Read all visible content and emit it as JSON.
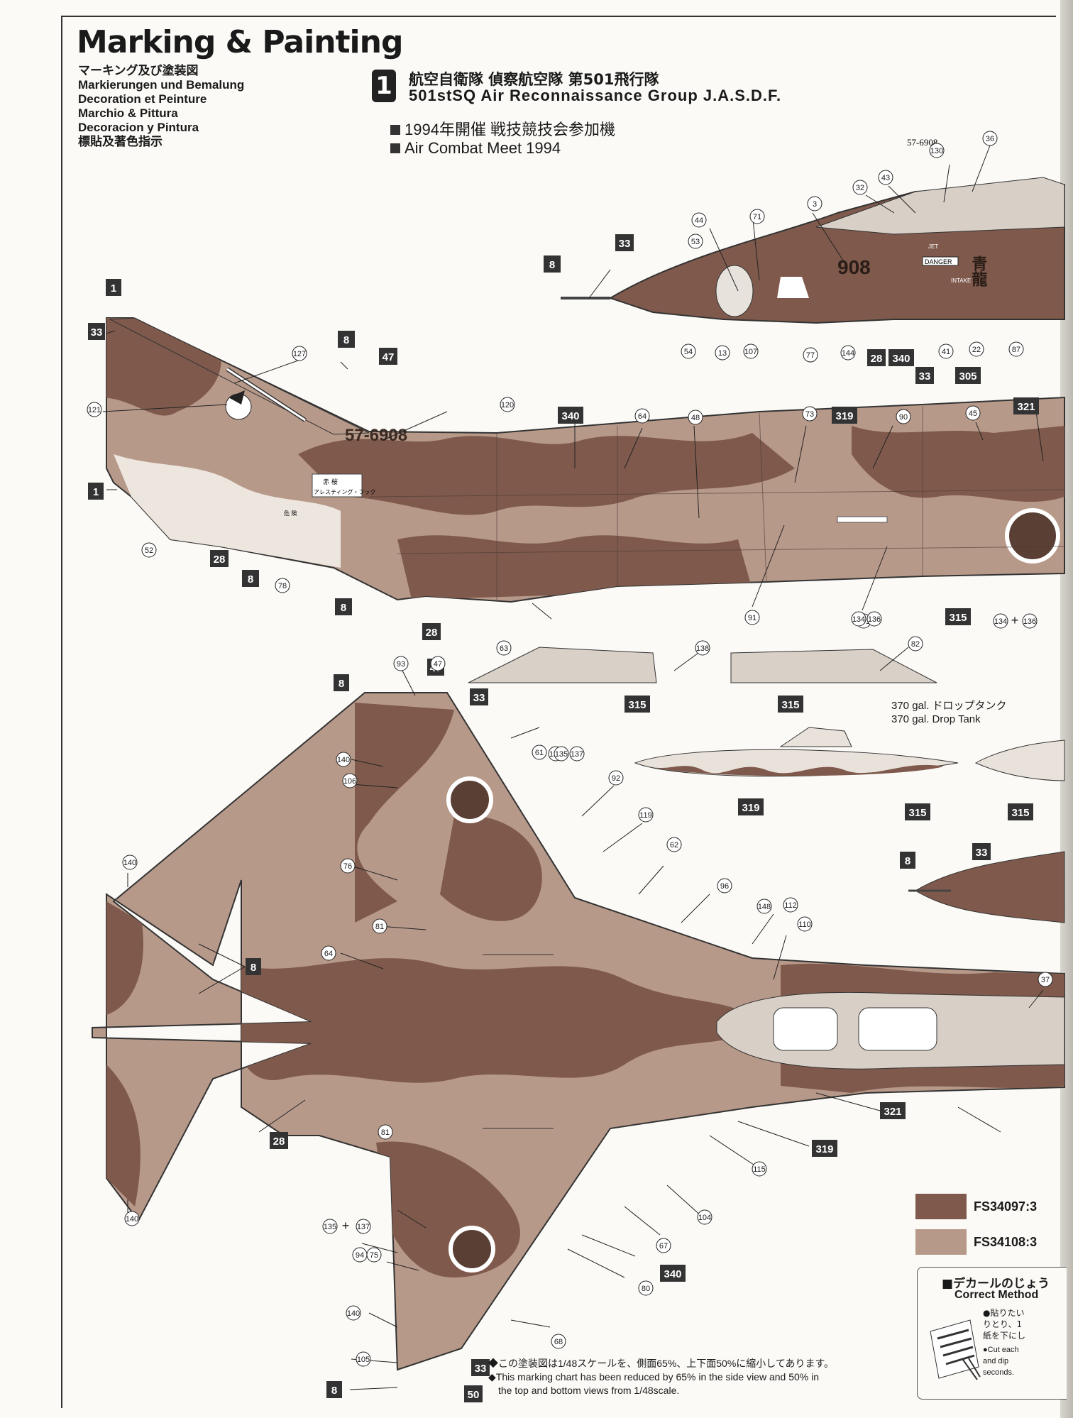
{
  "header": {
    "title": "Marking & Painting",
    "languages": [
      "マーキング及び塗装図",
      "Markierungen und Bemalung",
      "Decoration et Peinture",
      "Marchio & Pittura",
      "Decoracion y Pintura",
      "標貼及著色指示"
    ]
  },
  "scheme": {
    "number": "1",
    "unit_jp": "航空自衛隊 偵察航空隊 第501飛行隊",
    "unit_en": "501stSQ Air Reconnaissance Group J.A.S.D.F.",
    "event_jp": "1994年開催 戦技競技会参加機",
    "event_en": "Air Combat Meet 1994"
  },
  "aircraft": {
    "serial_tail": "57-6908",
    "serial_small": "57-6908",
    "nose_number": "908",
    "nose_kanji": "青龍",
    "stencil_danger": "DANGER",
    "stencil_intake": "INTAKE",
    "stencil_jet": "JET",
    "panel_text_1": "赤 桜",
    "panel_text_2": "アレスティング・フック",
    "panel_text_3": "危 険"
  },
  "drop_tank": {
    "label_jp": "370 gal. ドロップタンク",
    "label_en": "370 gal. Drop Tank"
  },
  "colors": [
    {
      "code": "FS34097",
      "suffix": "3",
      "hex": "#7f5a4c"
    },
    {
      "code": "FS34108",
      "suffix": "3",
      "hex": "#b7998a"
    }
  ],
  "color_boxes": [
    "1",
    "8",
    "28",
    "33",
    "47",
    "50",
    "305",
    "315",
    "319",
    "321",
    "340"
  ],
  "decal_numbers": [
    "3",
    "13",
    "22",
    "32",
    "36",
    "37",
    "41",
    "43",
    "44",
    "45",
    "47",
    "48",
    "52",
    "53",
    "54",
    "61",
    "62",
    "63",
    "64",
    "67",
    "68",
    "71",
    "73",
    "75",
    "76",
    "77",
    "78",
    "80",
    "81",
    "82",
    "87",
    "90",
    "91",
    "92",
    "93",
    "94",
    "96",
    "101",
    "104",
    "105",
    "106",
    "107",
    "110",
    "112",
    "115",
    "119",
    "120",
    "121",
    "127",
    "130",
    "134",
    "135",
    "136",
    "137",
    "138",
    "140",
    "144",
    "148"
  ],
  "decal_method": {
    "title": "■デカールのじょう",
    "subtitle": "Correct Method",
    "jp_lines": [
      "●貼りたい",
      "りとり、1",
      "紙を下にし"
    ],
    "en_lines": [
      "●Cut each",
      "and dip",
      "seconds."
    ]
  },
  "note": {
    "jp": "◆この塗装図は1/48スケールを、側面65%、上下面50%に縮小してあります。",
    "en1": "◆This marking chart has been reduced by 65% in the side view and 50% in",
    "en2": "the top and bottom views from 1/48scale."
  }
}
